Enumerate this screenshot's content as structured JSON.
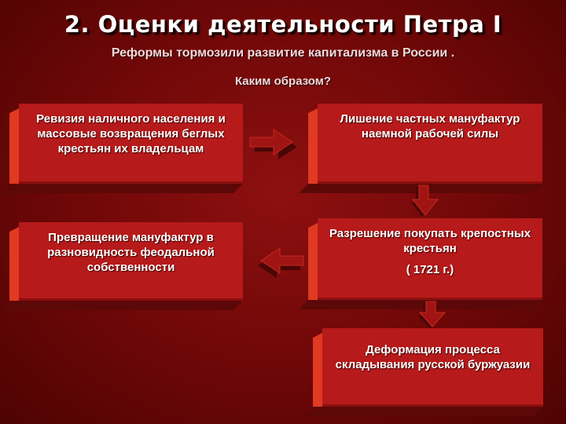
{
  "title": "2. Оценки деятельности Петра I",
  "subtitle": "Реформы тормозили развитие капитализма в России .",
  "question": "Каким образом?",
  "boxes": {
    "census": {
      "text": "Ревизия наличного населения и массовые возвращения беглых крестьян  их владельцам"
    },
    "deprivation": {
      "text": "Лишение частных мануфактур наемной рабочей силы"
    },
    "purchase": {
      "text": "Разрешение  покупать крепостных крестьян",
      "note": "( 1721 г.)"
    },
    "feudal": {
      "text": "Превращение мануфактур в разновидность феодальной собственности"
    },
    "deformation": {
      "text": "Деформация процесса складывания русской буржуазии"
    }
  },
  "colors": {
    "box_face": "#b61a1a",
    "box_side": "#e03a22",
    "box_bottom": "#5c0808",
    "arrow_face": "#a01414",
    "arrow_dark": "#4a0606",
    "text": "#ffffff"
  }
}
